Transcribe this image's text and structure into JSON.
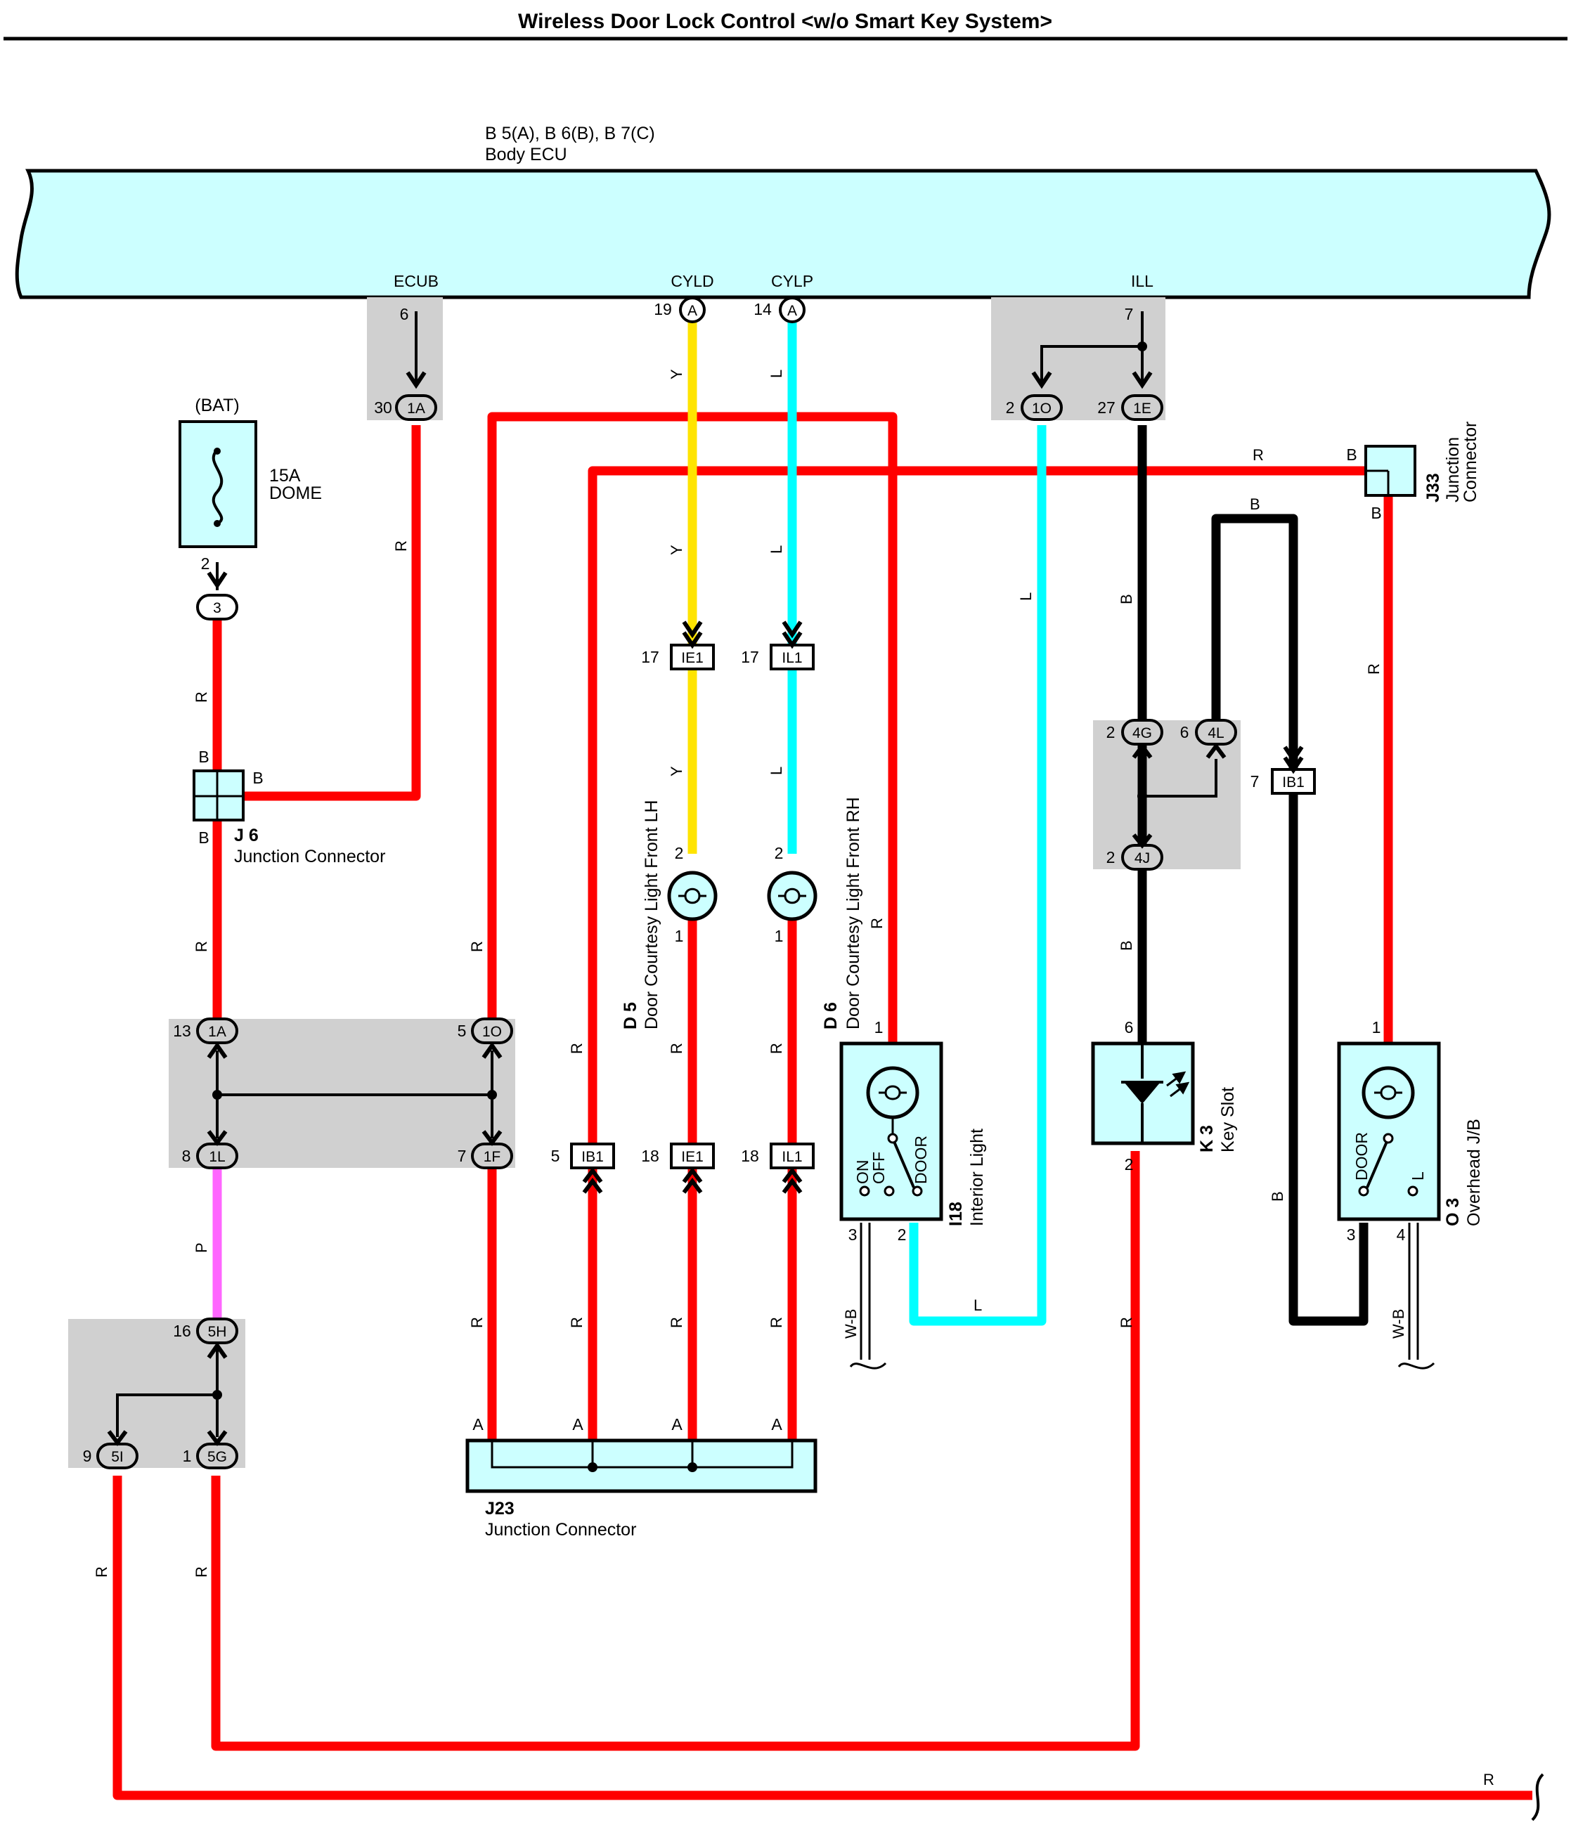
{
  "title": "Wireless Door Lock Control <w/o Smart Key System>",
  "colors": {
    "R": "#ff0000",
    "Y": "#ffe400",
    "L": "#00ffff",
    "B": "#000000",
    "P": "#ff66ff",
    "W-B": "#000000",
    "component_fill": "#ccffff",
    "splice_fill": "#d0d0d0"
  },
  "body_ecu": {
    "ref": "B 5(A), B 6(B), B 7(C)",
    "name": "Body ECU",
    "terminals": [
      {
        "name": "ECUB",
        "pin": "6"
      },
      {
        "name": "CYLD",
        "pin": "19",
        "conn": "A"
      },
      {
        "name": "CYLP",
        "pin": "14",
        "conn": "A"
      },
      {
        "name": "ILL",
        "pin": "7"
      }
    ]
  },
  "fuse": {
    "source": "(BAT)",
    "rating": "15A",
    "name": "DOME",
    "pin_out": "2",
    "connector": "3"
  },
  "j6": {
    "ref": "J 6",
    "name": "Junction Connector",
    "pins": [
      "B",
      "B",
      "B"
    ]
  },
  "j23": {
    "ref": "J23",
    "name": "Junction Connector",
    "pins": [
      "A",
      "A",
      "A",
      "A"
    ]
  },
  "j33": {
    "ref": "J33",
    "name1": "Junction",
    "name2": "Connector",
    "pins": [
      "B",
      "B"
    ]
  },
  "d5": {
    "ref": "D 5",
    "name": "Door Courtesy Light Front LH",
    "pins": [
      "2",
      "1"
    ]
  },
  "d6": {
    "ref": "D 6",
    "name": "Door Courtesy Light Front RH",
    "pins": [
      "2",
      "1"
    ]
  },
  "i18": {
    "ref": "I18",
    "name": "Interior Light",
    "switch": [
      "ON",
      "OFF",
      "DOOR"
    ],
    "pins": [
      "1",
      "3",
      "2"
    ]
  },
  "k3": {
    "ref": "K 3",
    "name": "Key Slot",
    "pins": [
      "6",
      "2"
    ]
  },
  "o3": {
    "ref": "O 3",
    "name": "Overhead J/B",
    "switch": [
      "DOOR",
      "L"
    ],
    "pins": [
      "1",
      "3",
      "4"
    ]
  },
  "connectors": [
    {
      "pin": "30",
      "id": "1A"
    },
    {
      "pin": "2",
      "id": "1O"
    },
    {
      "pin": "27",
      "id": "1E"
    },
    {
      "pin": "17",
      "id": "IE1"
    },
    {
      "pin": "17",
      "id": "IL1"
    },
    {
      "pin": "2",
      "id": "4G"
    },
    {
      "pin": "6",
      "id": "4L"
    },
    {
      "pin": "7",
      "id": "IB1"
    },
    {
      "pin": "2",
      "id": "4J"
    },
    {
      "pin": "13",
      "id": "1A"
    },
    {
      "pin": "5",
      "id": "1O"
    },
    {
      "pin": "8",
      "id": "1L"
    },
    {
      "pin": "7",
      "id": "1F"
    },
    {
      "pin": "5",
      "id": "IB1"
    },
    {
      "pin": "18",
      "id": "IE1"
    },
    {
      "pin": "18",
      "id": "IL1"
    },
    {
      "pin": "16",
      "id": "5H"
    },
    {
      "pin": "9",
      "id": "5I"
    },
    {
      "pin": "1",
      "id": "5G"
    }
  ],
  "wire_labels": [
    "R",
    "Y",
    "L",
    "B",
    "P",
    "W-B"
  ]
}
